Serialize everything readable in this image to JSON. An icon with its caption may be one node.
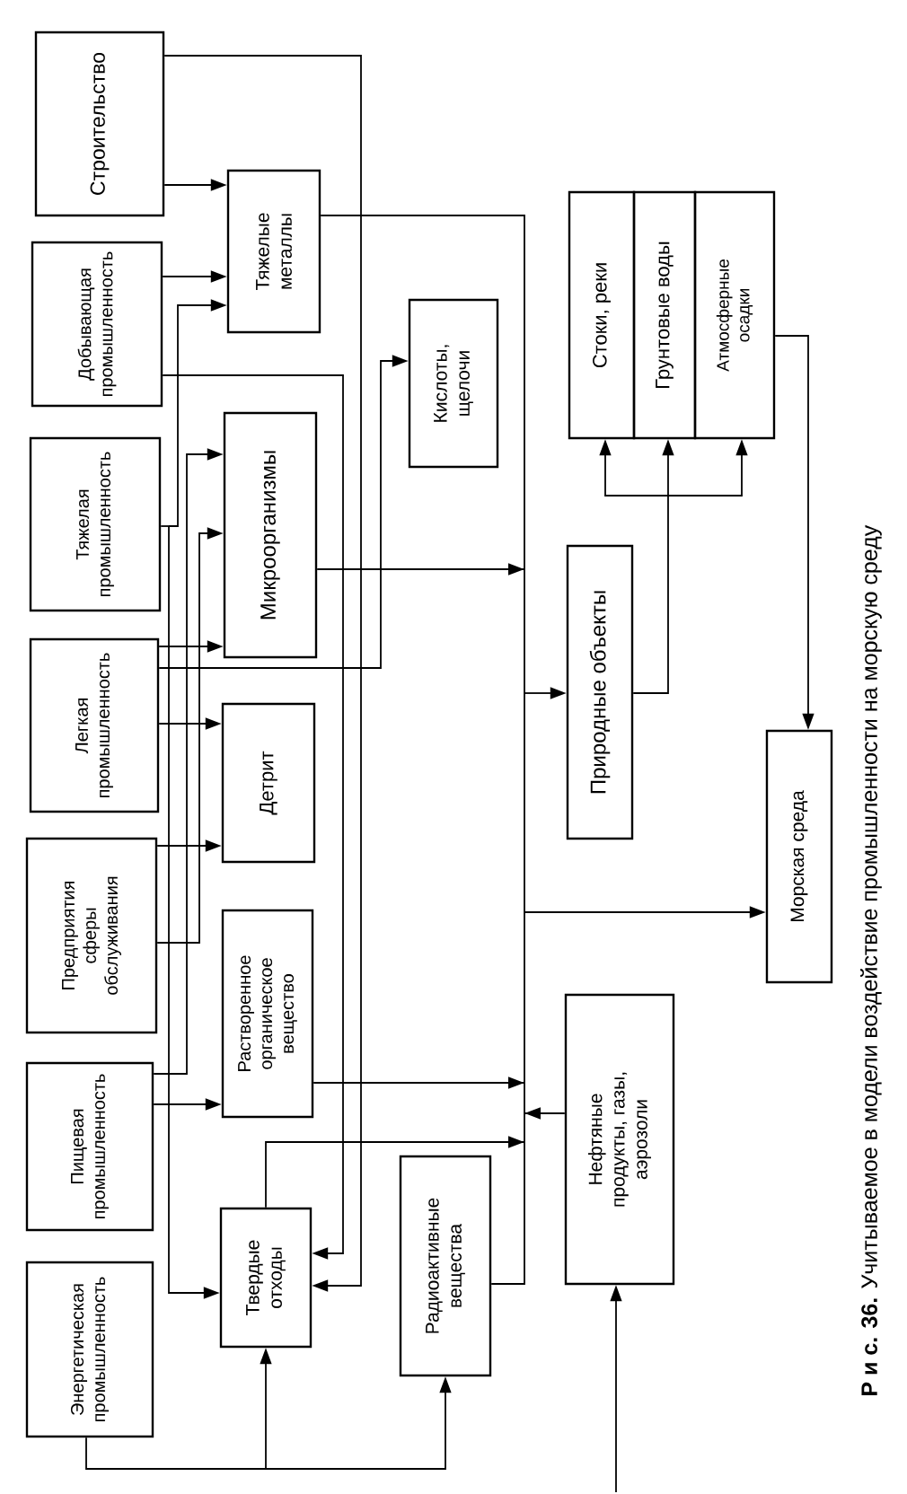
{
  "diagram": {
    "caption": "**Р и с. 36.** Учитываемое в модели воздействие промышленности на морскую среду",
    "nodes": [
      {
        "text": [
          "Строительство"
        ]
      },
      {
        "text": [
          "Добывающая промышленность"
        ]
      },
      {
        "text": [
          "Тяжелая промышленность"
        ]
      },
      {
        "text": [
          "Легкая промышленность"
        ]
      },
      {
        "text": [
          "Предприятия сферы обслуживания"
        ]
      },
      {
        "text": [
          "Пищевая промышленность"
        ]
      },
      {
        "text": [
          "Энергетическая промышленность"
        ]
      },
      {
        "text": [
          "Тяжелые металлы"
        ]
      },
      {
        "text": [
          "Кислоты, щелочи"
        ]
      },
      {
        "text": [
          "Микроорганизмы"
        ]
      },
      {
        "text": [
          "Детрит"
        ]
      },
      {
        "text": [
          "Растворенное органическое вещество"
        ]
      },
      {
        "text": [
          "Твердые отходы"
        ]
      },
      {
        "text": [
          "Радиоактивные вещества"
        ]
      },
      {
        "text": [
          "Нефтяные продукты, газы, аэрозоли"
        ]
      },
      {
        "text": [
          "Природные объекты"
        ]
      },
      {
        "text": [
          "Стоки, реки"
        ]
      },
      {
        "text": [
          "Грунтовые воды"
        ]
      },
      {
        "text": [
          "Атмосферные осадки"
        ]
      },
      {
        "text": [
          "Морская среда"
        ]
      }
    ],
    "edges": [
      {
        "from": 0,
        "to": 7,
        "arrow": "to"
      },
      {
        "from": 0,
        "to": 12,
        "arrow": "to"
      },
      {
        "from": 1,
        "to": 7,
        "arrow": "to"
      },
      {
        "from": 1,
        "to": 12,
        "arrow": "to"
      },
      {
        "from": 2,
        "to": 7,
        "arrow": "to"
      },
      {
        "from": 2,
        "to": 12,
        "arrow": "to"
      },
      {
        "from": 3,
        "to": 9,
        "arrow": "to"
      },
      {
        "from": 3,
        "to": 8,
        "arrow": "to"
      },
      {
        "from": 3,
        "to": 10,
        "arrow": "to"
      },
      {
        "from": 4,
        "to": 10,
        "arrow": "to"
      },
      {
        "from": 4,
        "to": 9,
        "arrow": "to"
      },
      {
        "from": 5,
        "to": 9,
        "arrow": "to"
      },
      {
        "from": 5,
        "to": 11,
        "arrow": "to"
      },
      {
        "from": 6,
        "to": 12,
        "arrow": "to"
      },
      {
        "from": 6,
        "to": 13,
        "arrow": "to"
      },
      {
        "from": null,
        "to": 14,
        "arrow": "to"
      },
      {
        "from": 7,
        "to": 15,
        "arrow": "to"
      },
      {
        "from": 7,
        "to": 19,
        "arrow": "to"
      },
      {
        "from": 9,
        "to": 15,
        "arrow": "to"
      },
      {
        "from": 9,
        "to": 19,
        "arrow": "to"
      },
      {
        "from": 11,
        "to": 15,
        "arrow": "to"
      },
      {
        "from": 11,
        "to": 19,
        "arrow": "to"
      },
      {
        "from": 12,
        "to": 15,
        "arrow": "to"
      },
      {
        "from": 12,
        "to": 19,
        "arrow": "to"
      },
      {
        "from": 13,
        "to": 15,
        "arrow": "to"
      },
      {
        "from": 13,
        "to": 19,
        "arrow": "to"
      },
      {
        "from": 14,
        "to": 15,
        "arrow": "to"
      },
      {
        "from": 14,
        "to": 19,
        "arrow": "to"
      },
      {
        "from": 15,
        "to": 16,
        "arrow": "to"
      },
      {
        "from": 15,
        "to": 17,
        "arrow": "to"
      },
      {
        "from": 15,
        "to": 18,
        "arrow": "to"
      },
      {
        "from": 18,
        "to": 19,
        "arrow": "to"
      }
    ]
  }
}
